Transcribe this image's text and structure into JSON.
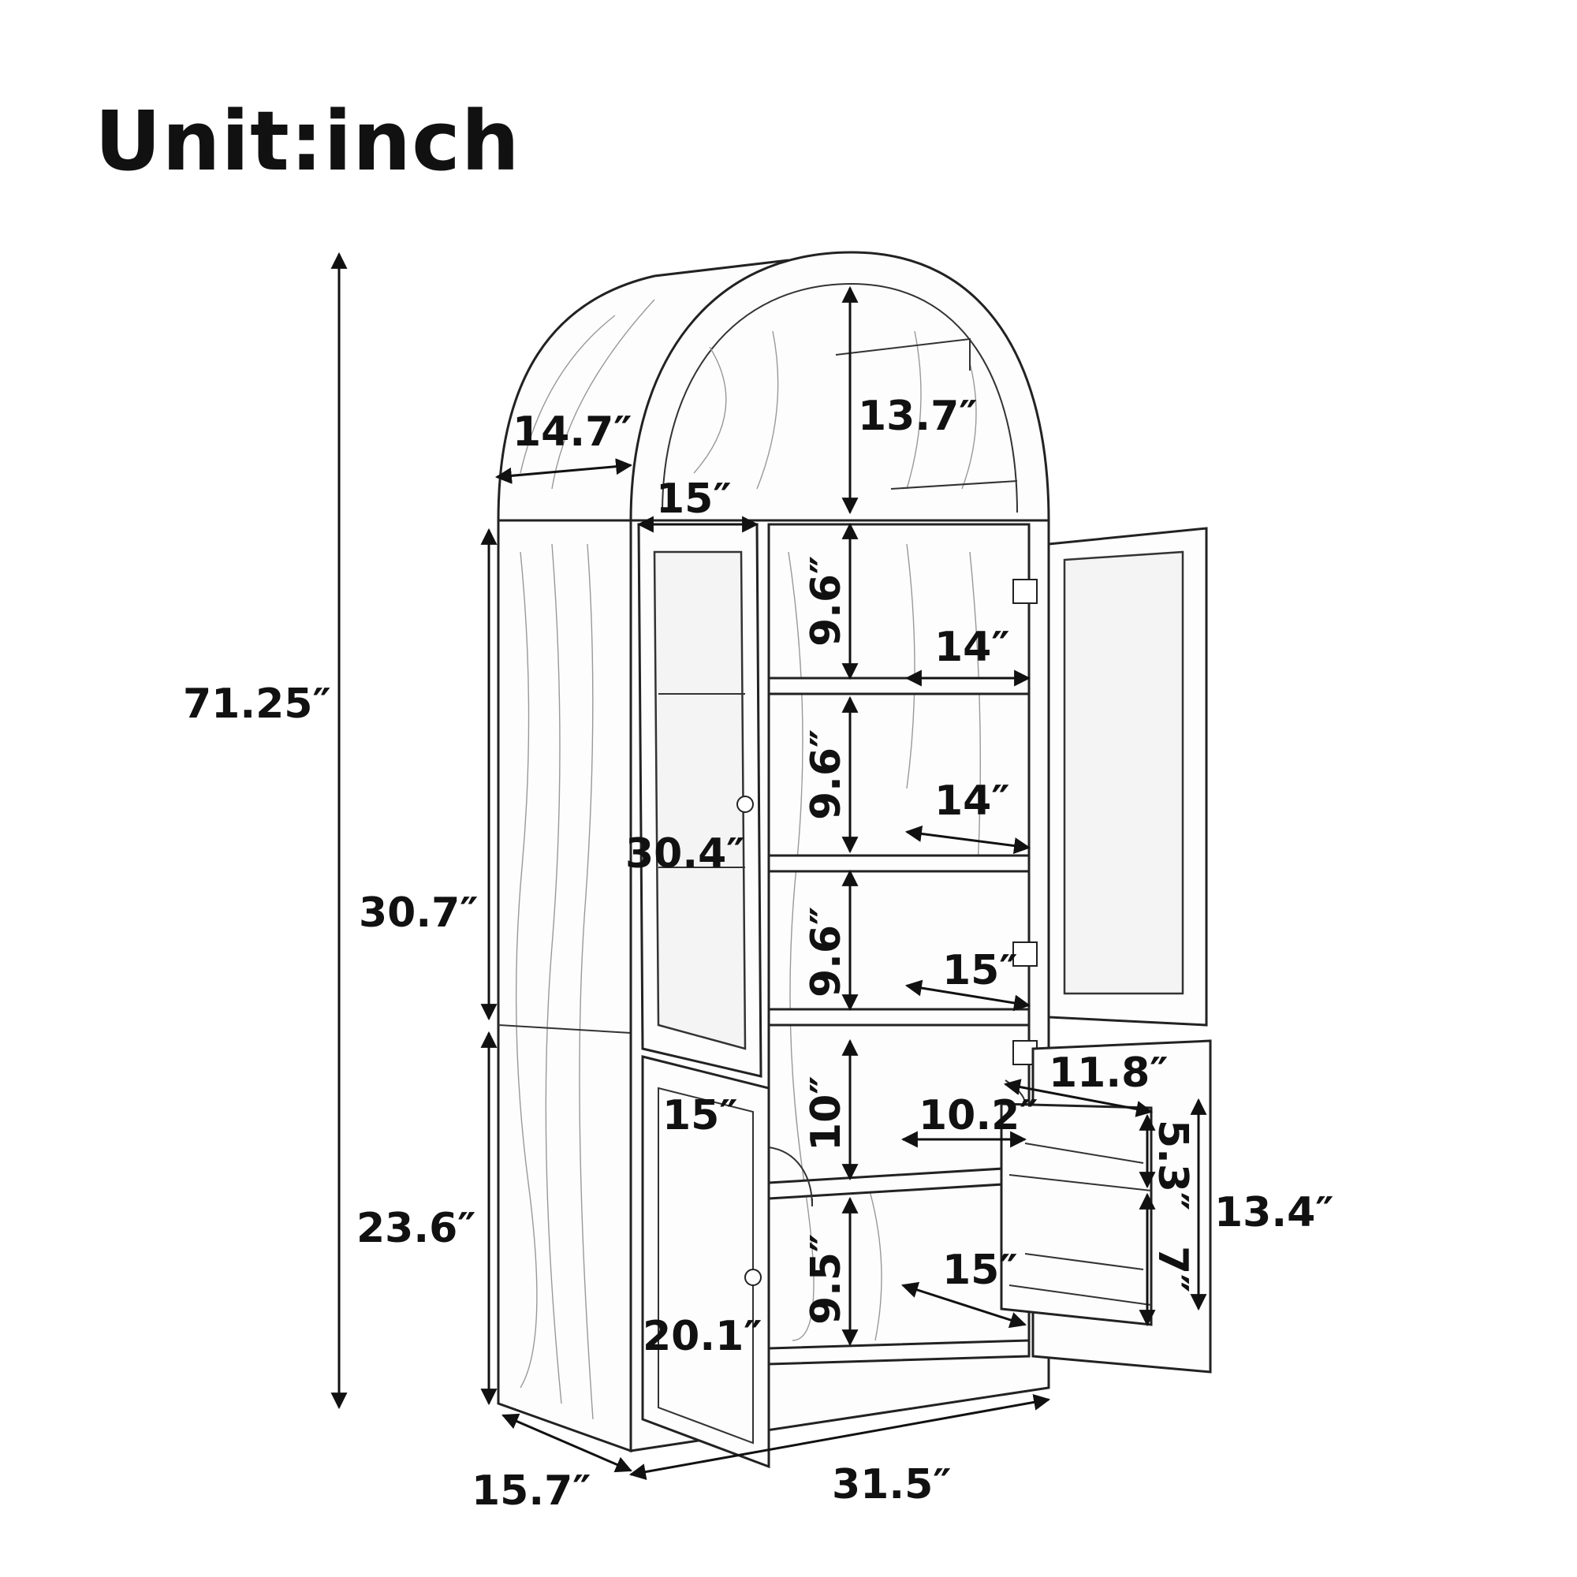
{
  "title": "Unit:inch",
  "dimensions": {
    "total_height": "71.25″",
    "upper_height": "30.7″",
    "lower_height": "23.6″",
    "depth": "15.7″",
    "width": "31.5″",
    "arch_width": "14.7″",
    "arch_height": "13.7″",
    "upper_door_width": "15″",
    "upper_door_height": "30.4″",
    "shelf1_height": "9.6″",
    "shelf2_height": "9.6″",
    "shelf3_height": "9.6″",
    "shelf1_depth": "14″",
    "shelf2_depth": "14″",
    "shelf3_depth": "15″",
    "lower_door_width": "15″",
    "lower_door_height": "20.1″",
    "lower_shelf1_height": "10″",
    "lower_shelf2_height": "9.5″",
    "lower_shelf1_depth": "10.2″",
    "lower_shelf2_depth": "15″",
    "rack_width": "11.8″",
    "rack_top_height": "5.3″",
    "rack_bottom_height": "7″",
    "rack_total_height": "13.4″"
  }
}
